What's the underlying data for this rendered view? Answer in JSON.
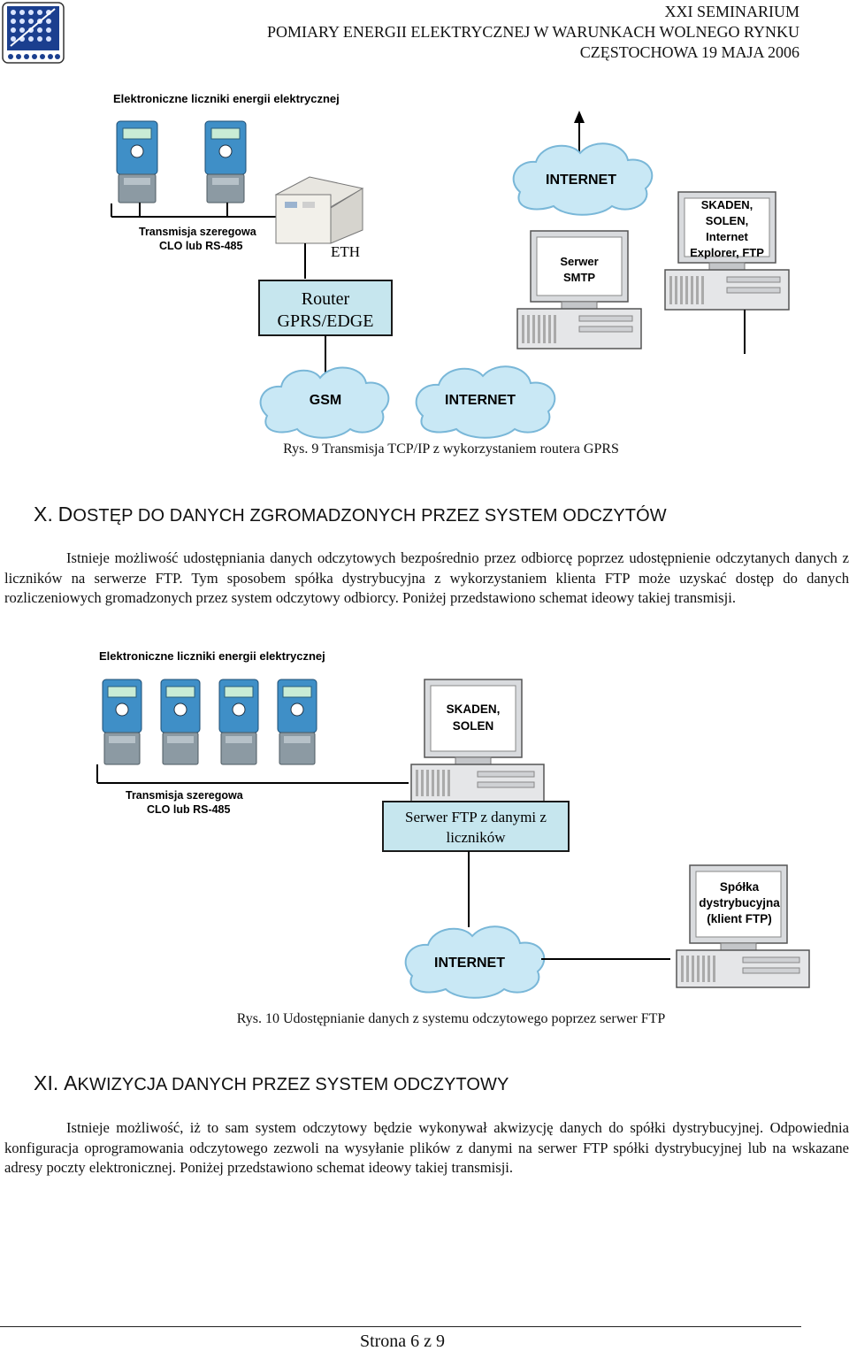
{
  "header": {
    "line1": "XXI SEMINARIUM",
    "line2": "POMIARY ENERGII ELEKTRYCZNEJ W WARUNKACH WOLNEGO RYNKU",
    "line3": "CZĘSTOCHOWA 19 MAJA 2006"
  },
  "figure1": {
    "meters_title": "Elektroniczne liczniki energii elektrycznej",
    "transmission_line1": "Transmisja szeregowa",
    "transmission_line2": "CLO lub RS-485",
    "eth_label": "ETH",
    "router_line1": "Router",
    "router_line2": "GPRS/EDGE",
    "cloud_internet_top": "INTERNET",
    "cloud_gsm": "GSM",
    "cloud_internet_bottom": "INTERNET",
    "server_smtp_line1": "Serwer",
    "server_smtp_line2": "SMTP",
    "client_line1": "SKADEN,",
    "client_line2": "SOLEN,",
    "client_line3": "Internet",
    "client_line4": "Explorer, FTP",
    "caption": "Rys. 9 Transmisja TCP/IP z wykorzystaniem routera GPRS"
  },
  "section10": {
    "number": "X.",
    "initial": "D",
    "rest": "OSTĘP DO DANYCH ZGROMADZONYCH PRZEZ SYSTEM ODCZYTÓW",
    "paragraph": "Istnieje możliwość udostępniania danych odczytowych bezpośrednio przez odbiorcę poprzez udostępnienie odczytanych danych z liczników na serwerze FTP. Tym sposobem spółka dystrybucyjna z wykorzystaniem klienta FTP może uzyskać dostęp do danych rozliczeniowych gromadzonych przez system odczytowy odbiorcy. Poniżej przedstawiono schemat ideowy takiej transmisji."
  },
  "figure2": {
    "meters_title": "Elektroniczne liczniki energii elektrycznej",
    "transmission_line1": "Transmisja szeregowa",
    "transmission_line2": "CLO lub RS-485",
    "server_line1": "SKADEN,",
    "server_line2": "SOLEN",
    "ftp_box_line1": "Serwer FTP z danymi z",
    "ftp_box_line2": "liczników",
    "cloud_internet": "INTERNET",
    "client_line1": "Spółka",
    "client_line2": "dystrybucyjna",
    "client_line3": "(klient FTP)",
    "caption": "Rys. 10 Udostępnianie danych z systemu odczytowego poprzez serwer FTP"
  },
  "section11": {
    "number": "XI.",
    "initial": "A",
    "rest": "KWIZYCJA DANYCH PRZEZ SYSTEM ODCZYTOWY",
    "paragraph": "Istnieje możliwość, iż to sam system odczytowy będzie wykonywał akwizycję danych do spółki dystrybucyjnej. Odpowiednia konfiguracja oprogramowania odczytowego zezwoli na wysyłanie plików z danymi na serwer FTP spółki dystrybucyjnej lub na wskazane adresy poczty elektronicznej. Poniżej przedstawiono schemat ideowy takiej transmisji."
  },
  "footer": {
    "page": "Strona 6 z 9"
  }
}
